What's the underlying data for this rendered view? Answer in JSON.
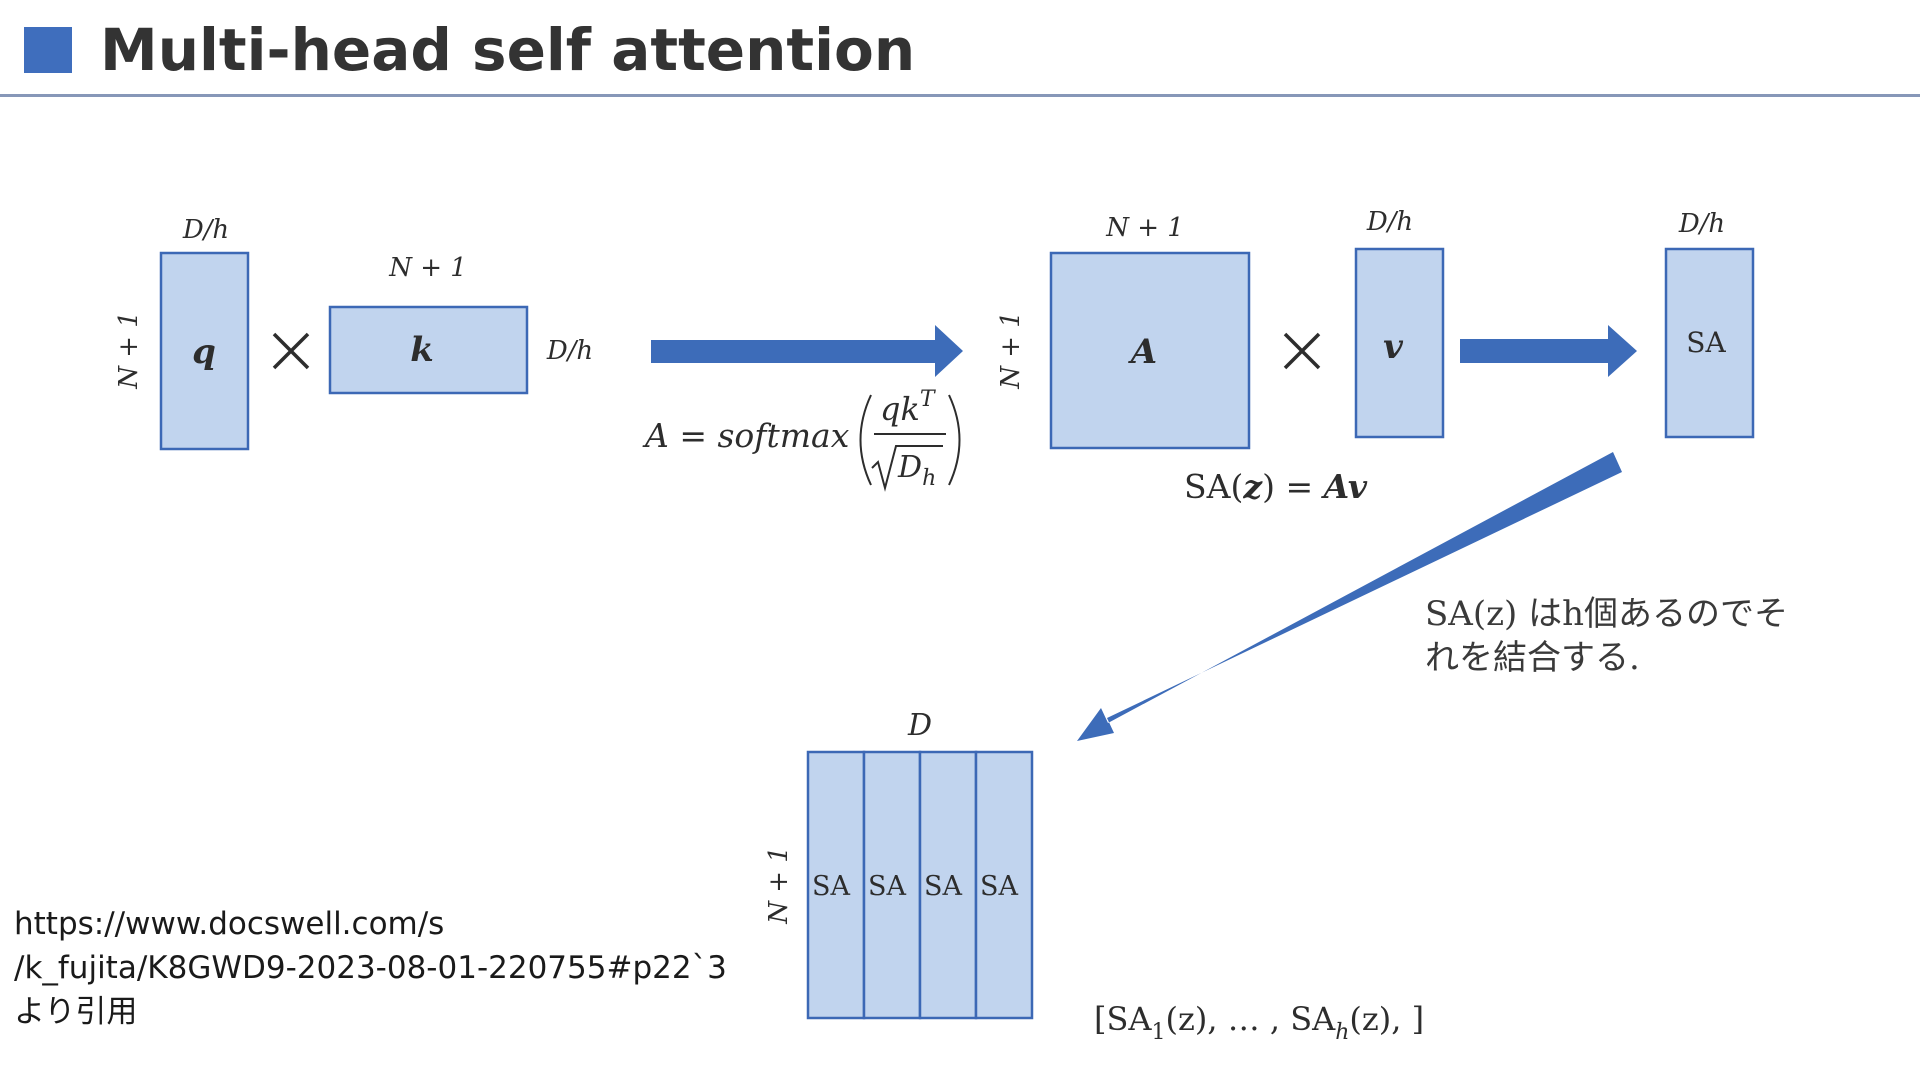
{
  "page": {
    "title": "Multi-head self attention",
    "accent_color": "#3f6ebd",
    "box_fill": "#c1d4ee",
    "box_stroke": "#3c68b5",
    "arrow_color": "#3d6cb9"
  },
  "diagram": {
    "q_block": {
      "label": "q",
      "top_dim": "D/h",
      "side_dim": "N + 1"
    },
    "times_symbol": "×",
    "k_block": {
      "label": "k",
      "top_dim": "N + 1",
      "side_dim": "D/h"
    },
    "softmax_formula": {
      "lhs": "A = softmax",
      "numerator": "qk",
      "numerator_sup": "T",
      "denominator": "D",
      "denominator_sub": "h"
    },
    "a_block": {
      "label": "A",
      "top_dim": "N + 1",
      "side_dim": "N + 1"
    },
    "v_block": {
      "label": "v",
      "top_dim": "D/h"
    },
    "sa_block": {
      "label": "SA",
      "top_dim": "D/h"
    },
    "sa_equation": {
      "lhs": "SA(",
      "z": "z",
      "mid": ") = ",
      "rhs": "Av"
    },
    "concat_note": {
      "line1": "SA(z) はh個あるのでそ",
      "line2": "れを結合する."
    },
    "concat_block": {
      "top_dim": "D",
      "side_dim": "N + 1",
      "cells": [
        "SA",
        "SA",
        "SA",
        "SA"
      ]
    },
    "concat_formula": {
      "open": "[SA",
      "sub1": "1",
      "z1": "(z), … , SA",
      "subh": "h",
      "z2": "(z), ]"
    }
  },
  "source": {
    "line1": "https://www.docswell.com/s",
    "line2": "/k_fujita/K8GWD9-2023-08-01-220755#p22`3",
    "line3": "より引用"
  }
}
